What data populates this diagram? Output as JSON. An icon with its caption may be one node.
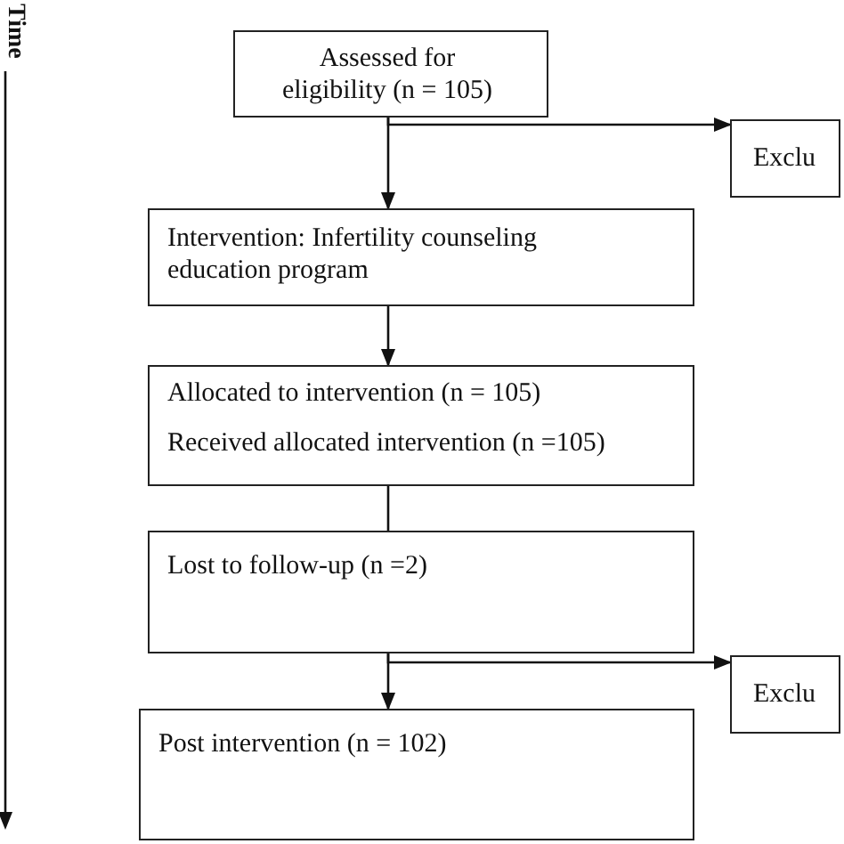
{
  "diagram": {
    "nodes": [
      {
        "text": [
          "Assessed for eligibility (n = 105)"
        ]
      },
      {
        "text": [
          "Exclu"
        ]
      },
      {
        "text": [
          "Intervention: Infertility counseling education program"
        ]
      },
      {
        "text": [
          "Allocated to intervention (n = 105)",
          "Received allocated intervention (n =105)"
        ]
      },
      {
        "text": [
          "Lost to follow-up (n =2)"
        ]
      },
      {
        "text": [
          "Exclu"
        ]
      },
      {
        "text": [
          "Post intervention (n = 102)"
        ]
      }
    ],
    "edges": [
      {
        "from": 0,
        "to": 2,
        "arrow": "to"
      },
      {
        "from": 0,
        "to": 1,
        "arrow": "to"
      },
      {
        "from": 2,
        "to": 3,
        "arrow": "to"
      },
      {
        "from": 3,
        "to": 4,
        "arrow": "none"
      },
      {
        "from": 4,
        "to": 6,
        "arrow": "to"
      },
      {
        "from": 4,
        "to": 5,
        "arrow": "to"
      }
    ],
    "labels": [
      "Time"
    ]
  }
}
